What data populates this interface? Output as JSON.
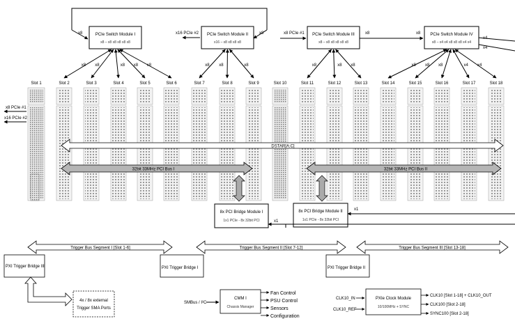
{
  "switch_modules": [
    {
      "title": "PCIe Switch Module I",
      "subtitle": "x8 – x8 x8 x8 x8 x8"
    },
    {
      "title": "PCIe Switch Module II",
      "subtitle": "x16 – x8 x8 x8 x8"
    },
    {
      "title": "PCIe Switch Module III",
      "subtitle": "x8 – x8 x8 x8 x8 x8"
    },
    {
      "title": "PCIe Switch Module IV",
      "subtitle": "x8 – x4 x4 x8 x8 x8 x4 x4"
    }
  ],
  "slots": [
    "Slot 1",
    "Slot 2",
    "Slot 3",
    "Slot 4",
    "Slot 5",
    "Slot 6",
    "Slot 7",
    "Slot 8",
    "Slot 9",
    "Slot 10",
    "Slot 11",
    "Slot 12",
    "Slot 13",
    "Slot 14",
    "Slot 15",
    "Slot 16",
    "Slot 17",
    "Slot 18"
  ],
  "link_widths": [
    "x8",
    "x8",
    "x8",
    "x8",
    "x8",
    "x8",
    "x8",
    "x8",
    "x8",
    "x8",
    "x8",
    "x8",
    "x8",
    "x8",
    "x8",
    "x8",
    "x4",
    "x4"
  ],
  "upstream_labels": {
    "ring_m1": "x8",
    "ring_m2": "x8",
    "m2_left": "x16 PCIe #2",
    "m3_left": "x8 PCIe #1",
    "m3_right": "x8",
    "m4_left": "x8",
    "m4_right_top": "x4",
    "m4_right_bottom": "x4"
  },
  "host_ports": [
    "x8 PCIe #1",
    "x16 PCIe #2"
  ],
  "dstar": "DSTAR[A:C]",
  "pci_bus_1": "32bit 33MHz PCI Bus I",
  "pci_bus_2": "32bit 33MHz PCI Bus II",
  "bridges": [
    {
      "title": "8x PCI Bridge Module I",
      "subtitle": "1x1 PCIe - 8x 32bit PCI"
    },
    {
      "title": "8x PCI Bridge Module II",
      "subtitle": "1x1 PCIe - 8x 32bit PCI"
    }
  ],
  "bridge_link_labels": [
    "x1",
    "x1"
  ],
  "trigger_segments": [
    "Trigger Bus Segment I [Slot 1-6]",
    "Trigger Bus Segment II [Slot 7-12]",
    "Trigger Bus Segment III [Slot 13-18]"
  ],
  "trigger_bridges": [
    "PXI Trigger Bridge III",
    "PXI Trigger Bridge I",
    "PXI Trigger Bridge II"
  ],
  "sma": {
    "line1": "4x / 8x external",
    "line2": "Trigger SMA Ports"
  },
  "cmm": {
    "title": "CMM I",
    "subtitle": "Chassis Manager",
    "input": "SMBus / I²C",
    "outputs": [
      "Fan Control",
      "PSU Control",
      "Sensors",
      "Configuration"
    ]
  },
  "clock": {
    "title": "PXIe Clock Module",
    "subtitle": "10/100MHz + SYNC",
    "inputs": [
      "CLK10_IN",
      "CLK10_REF"
    ],
    "outputs": [
      "CLK10 [Slot 1-18] + CLK10_OUT",
      "CLK100 [Slot 2-18]",
      "SYNC100 [Slot 2-18]"
    ]
  }
}
